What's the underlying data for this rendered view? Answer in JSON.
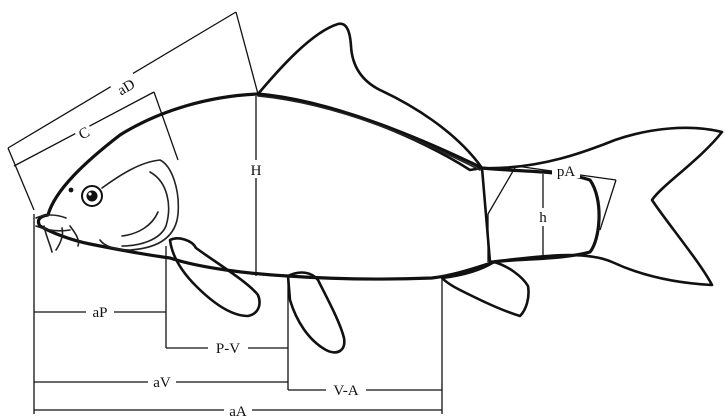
{
  "labels": {
    "aD": "aD",
    "C": "C",
    "H": "H",
    "pA": "pA",
    "h": "h",
    "aP": "aP",
    "PV": "P-V",
    "aV": "aV",
    "VA": "V-A",
    "aA": "aA"
  }
}
